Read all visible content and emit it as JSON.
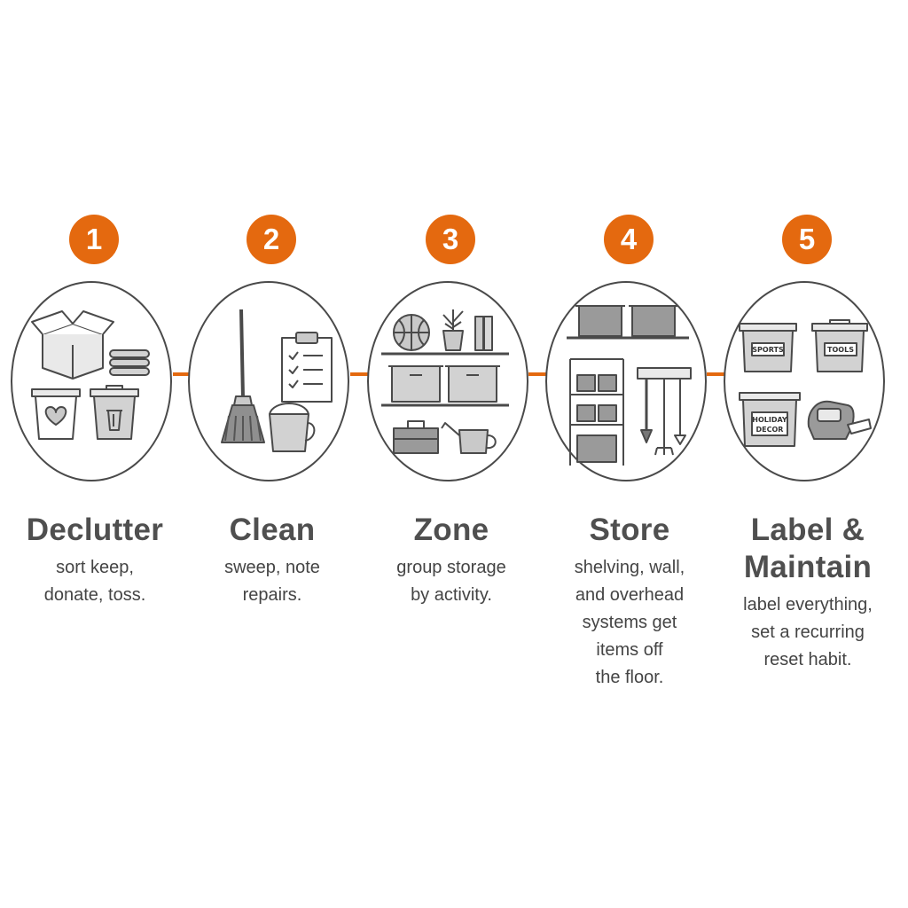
{
  "steps": [
    {
      "number": "1",
      "title": "Declutter",
      "desc_lines": [
        "sort keep,",
        "donate, toss."
      ]
    },
    {
      "number": "2",
      "title": "Clean",
      "desc_lines": [
        "sweep, note",
        "repairs."
      ]
    },
    {
      "number": "3",
      "title": "Zone",
      "desc_lines": [
        "group storage",
        "by activity."
      ]
    },
    {
      "number": "4",
      "title": "Store",
      "desc_lines": [
        "shelving, wall,",
        "and overhead",
        "systems get",
        "items off",
        "the floor."
      ]
    },
    {
      "number": "5",
      "title_lines": [
        "Label &",
        "Maintain"
      ],
      "desc_lines": [
        "label everything,",
        "set a recurring",
        "reset habit."
      ]
    }
  ],
  "bin_labels": {
    "sports": "SPORTS",
    "tools": "TOOLS",
    "holiday_1": "HOLIDAY",
    "holiday_2": "DECOR"
  },
  "icons": [
    "open-box-icon",
    "folded-towels-icon",
    "donate-bin-heart-icon",
    "trash-can-icon",
    "broom-icon",
    "clipboard-checklist-icon",
    "bucket-icon",
    "basketball-icon",
    "potted-plant-icon",
    "books-icon",
    "storage-shelf-icon",
    "toolbox-icon",
    "watering-can-icon",
    "overhead-rack-icon",
    "shelving-unit-icon",
    "wall-rail-tools-icon",
    "label-maker-icon"
  ],
  "colors": {
    "accent": "#e4690f",
    "outline": "#4a4a4a",
    "fill_gray": "#c9c9c9",
    "text": "#4f4f4f"
  }
}
